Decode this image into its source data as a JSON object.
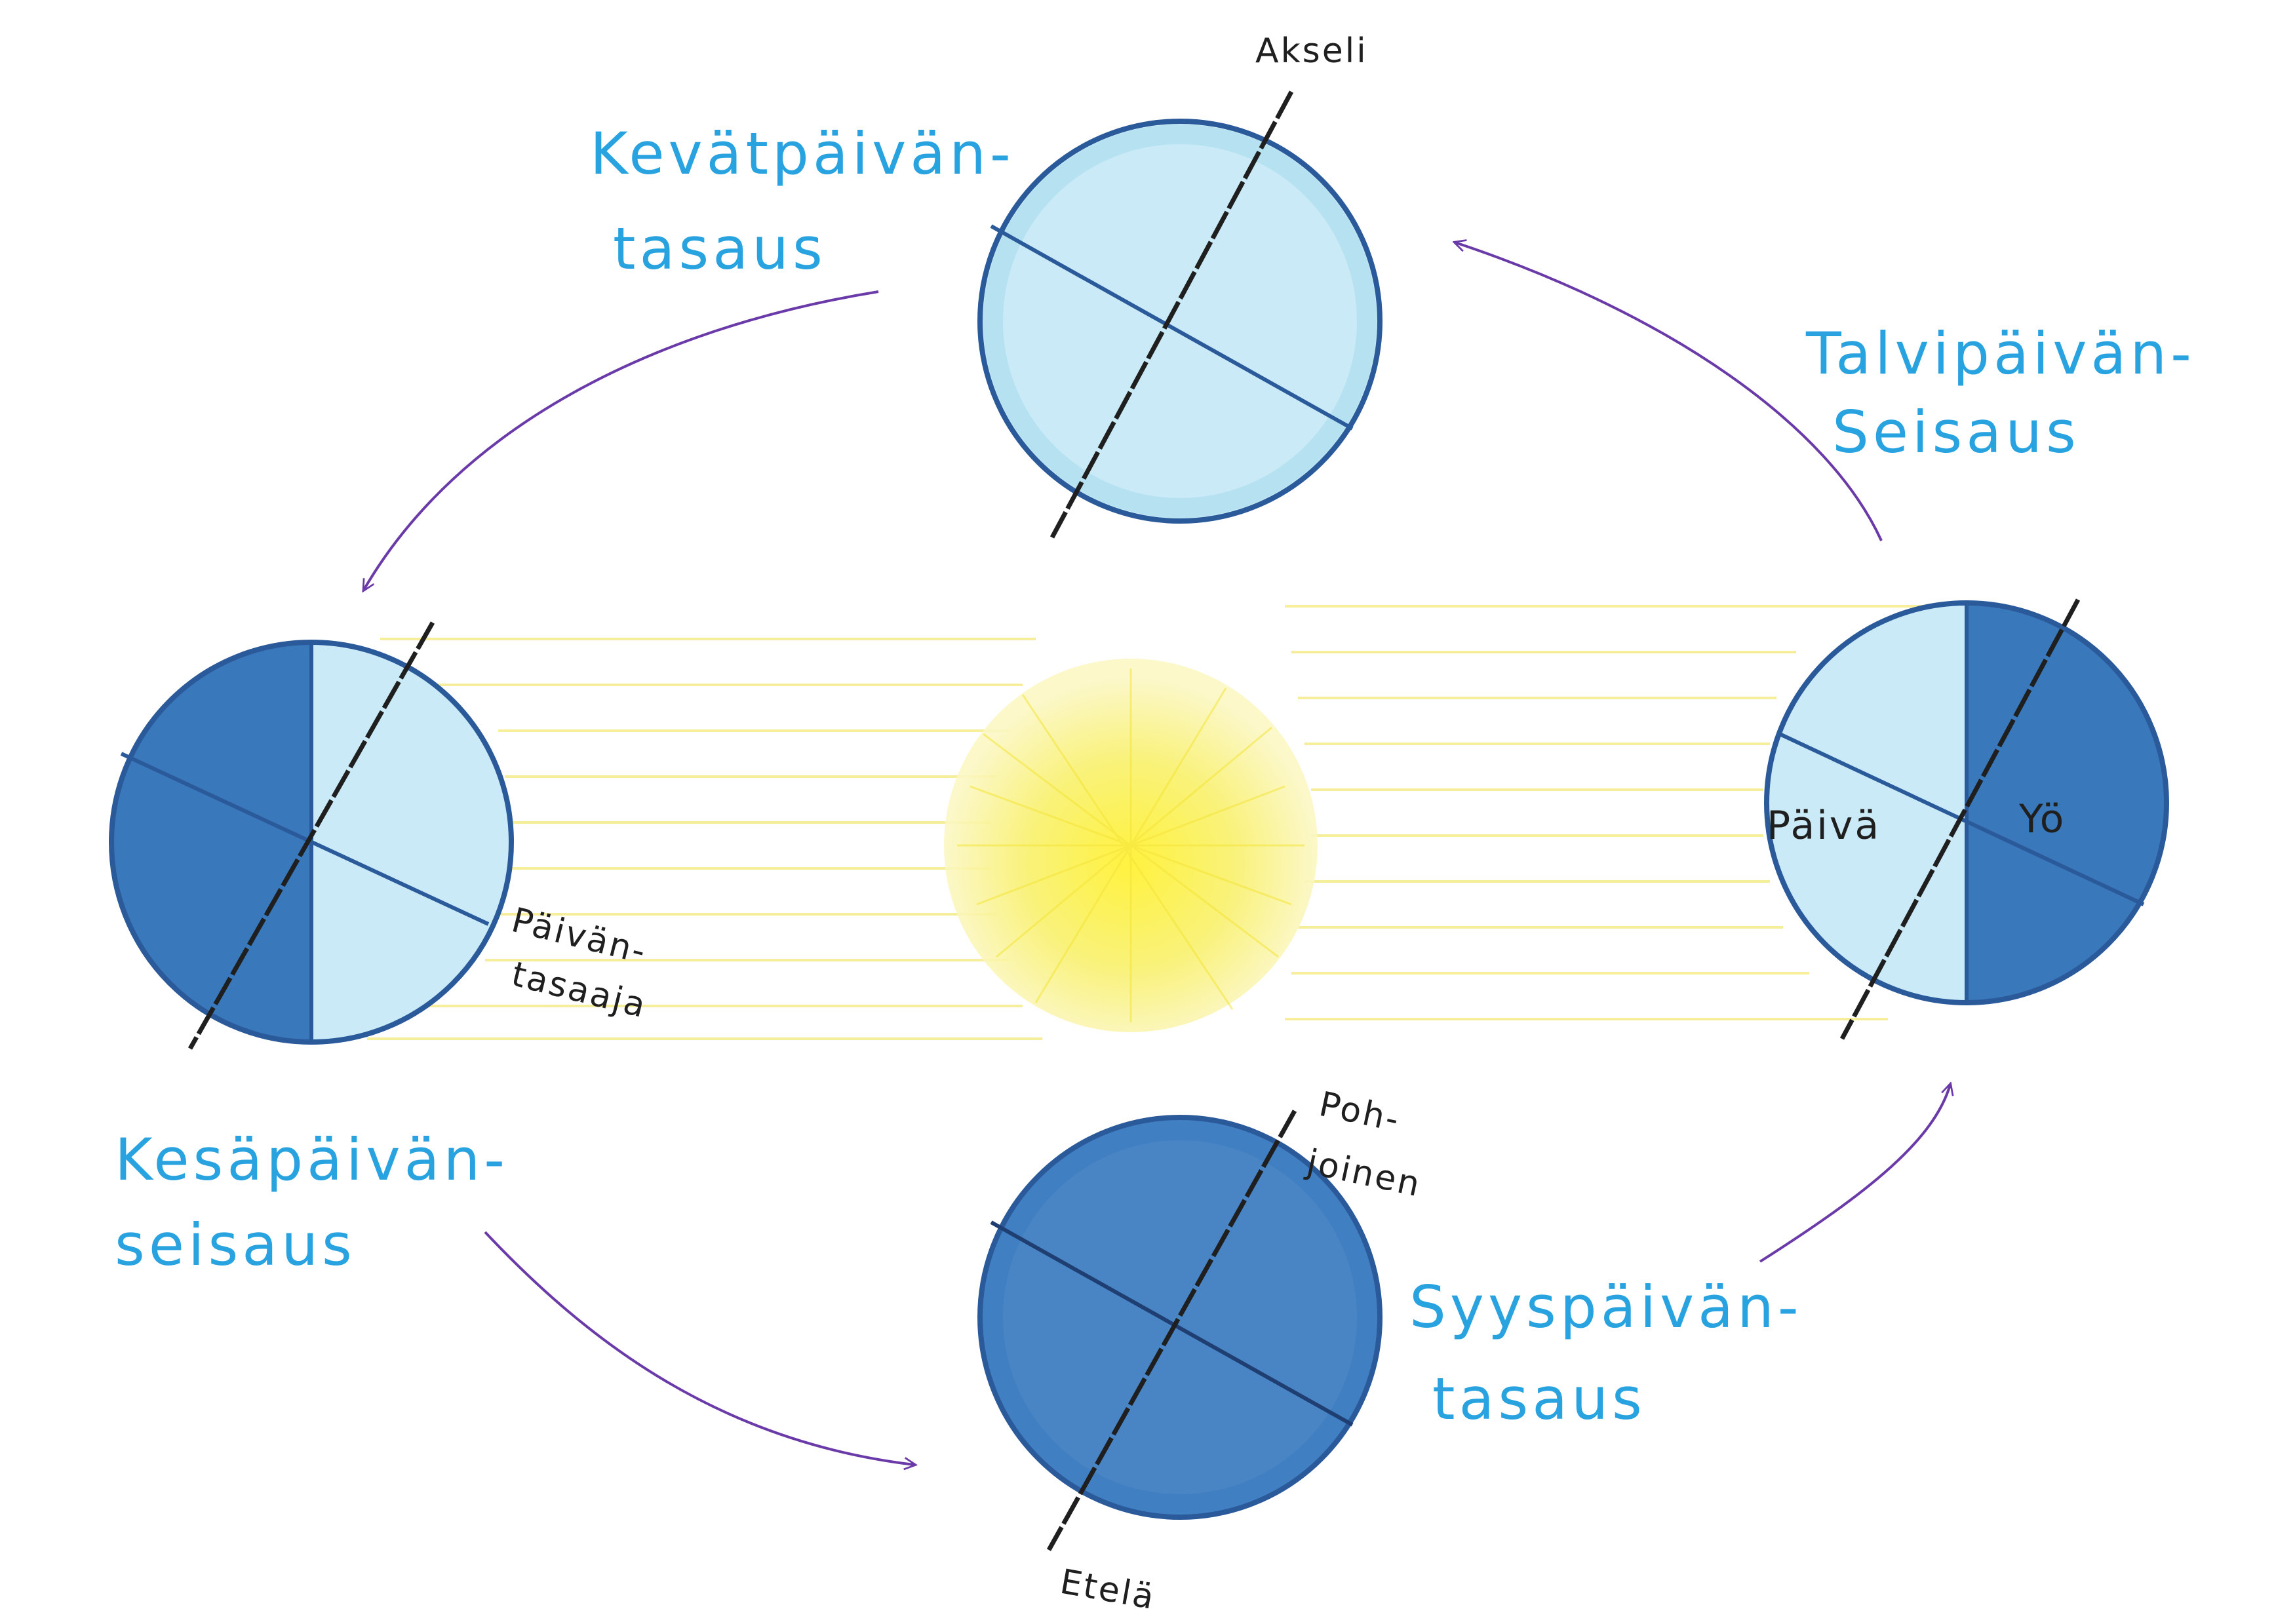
{
  "colors": {
    "label_blue": "#29a3e0",
    "globe_light": "#c9eaf6",
    "globe_dark": "#3f7fc2",
    "globe_outline": "#2b5a9b",
    "axis": "#1f1f1f",
    "arrow": "#6a3aa8",
    "sun": "#f5ea3a",
    "sun_rays": "#f7ee9c"
  },
  "labels": {
    "spring_line1": "Kevätpäivän-",
    "spring_line2": "tasaus",
    "winter_line1": "Talvipäivän-",
    "winter_line2": "Seisaus",
    "summer_line1": "Kesäpäivän-",
    "summer_line2": "seisaus",
    "autumn_line1": "Syyspäivän-",
    "autumn_line2": "tasaus",
    "axis": "Akseli",
    "equator_line1": "Päivän-",
    "equator_line2": "tasaaja",
    "day": "Päivä",
    "night": "Yö",
    "north_line1": "Poh-",
    "north_line2": "joinen",
    "south": "Etelä"
  }
}
